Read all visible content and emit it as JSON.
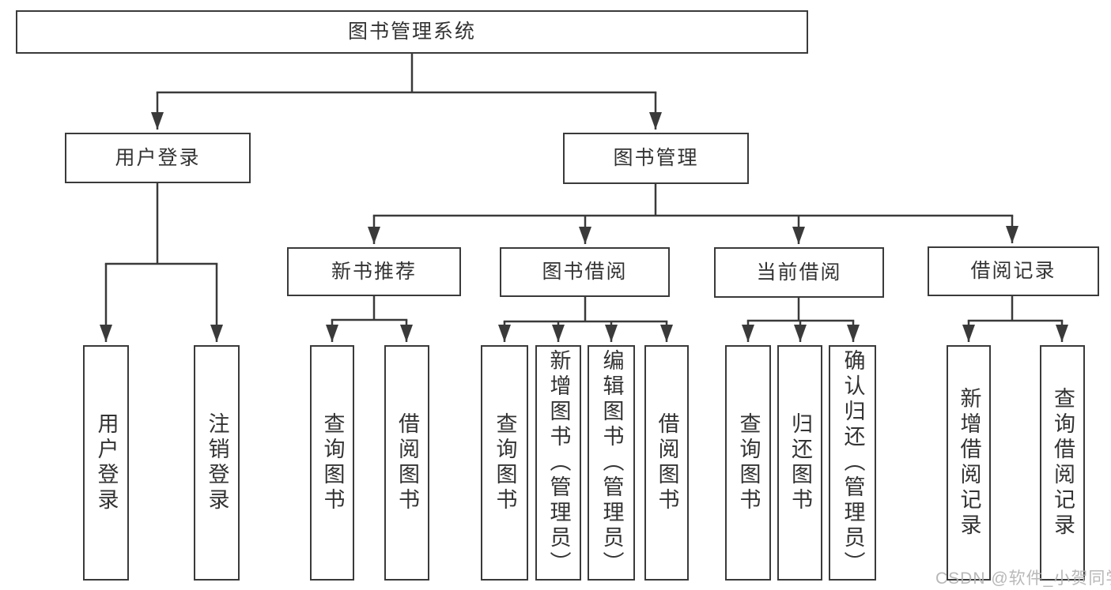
{
  "colors": {
    "line": "#3a3a3a",
    "box_border": "#3a3a3a",
    "box_fill": "#ffffff",
    "text": "#333333",
    "watermark_text": "#b2b2b2",
    "background": "#ffffff"
  },
  "tree": {
    "label": "图书管理系统",
    "children": [
      {
        "label": "用户登录",
        "children": [
          {
            "label": "用户登录"
          },
          {
            "label": "注销登录"
          }
        ]
      },
      {
        "label": "图书管理",
        "children": [
          {
            "label": "新书推荐",
            "children": [
              {
                "label": "查询图书"
              },
              {
                "label": "借阅图书"
              }
            ]
          },
          {
            "label": "图书借阅",
            "children": [
              {
                "label": "查询图书"
              },
              {
                "label": "新增图书（管理员）"
              },
              {
                "label": "编辑图书（管理员）"
              },
              {
                "label": "借阅图书"
              }
            ]
          },
          {
            "label": "当前借阅",
            "children": [
              {
                "label": "查询图书"
              },
              {
                "label": "归还图书"
              },
              {
                "label": "确认归还（管理员）"
              }
            ]
          },
          {
            "label": "借阅记录",
            "children": [
              {
                "label": "新增借阅记录"
              },
              {
                "label": "查询借阅记录"
              }
            ]
          }
        ]
      }
    ]
  },
  "watermark": {
    "text": "CSDN @软件_小贺同学"
  }
}
